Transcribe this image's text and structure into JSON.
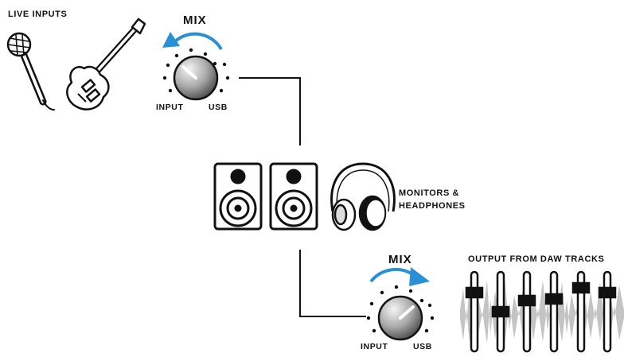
{
  "inputs": {
    "title": "LIVE INPUTS",
    "mic_icon": "microphone-icon",
    "guitar_icon": "guitar-icon"
  },
  "top_mix": {
    "title": "MIX",
    "left_label": "INPUT",
    "right_label": "USB",
    "arrow_direction": "counter-clockwise",
    "level": "toward INPUT"
  },
  "monitors": {
    "label_line1": "MONITORS &",
    "label_line2": "HEADPHONES",
    "speaker_icon": "speaker-icon",
    "headphones_icon": "headphones-icon"
  },
  "bottom_mix": {
    "title": "MIX",
    "left_label": "INPUT",
    "right_label": "USB",
    "arrow_direction": "clockwise",
    "level": "toward USB"
  },
  "daw": {
    "title": "OUTPUT FROM DAW TRACKS",
    "fader_count": 6,
    "icon": "fader-icon"
  },
  "colors": {
    "accent": "#2b8fd6",
    "line": "#111111",
    "knob_light": "#f2f2f2",
    "knob_dark": "#5a5a5a",
    "waveform": "#bdbdbd"
  }
}
